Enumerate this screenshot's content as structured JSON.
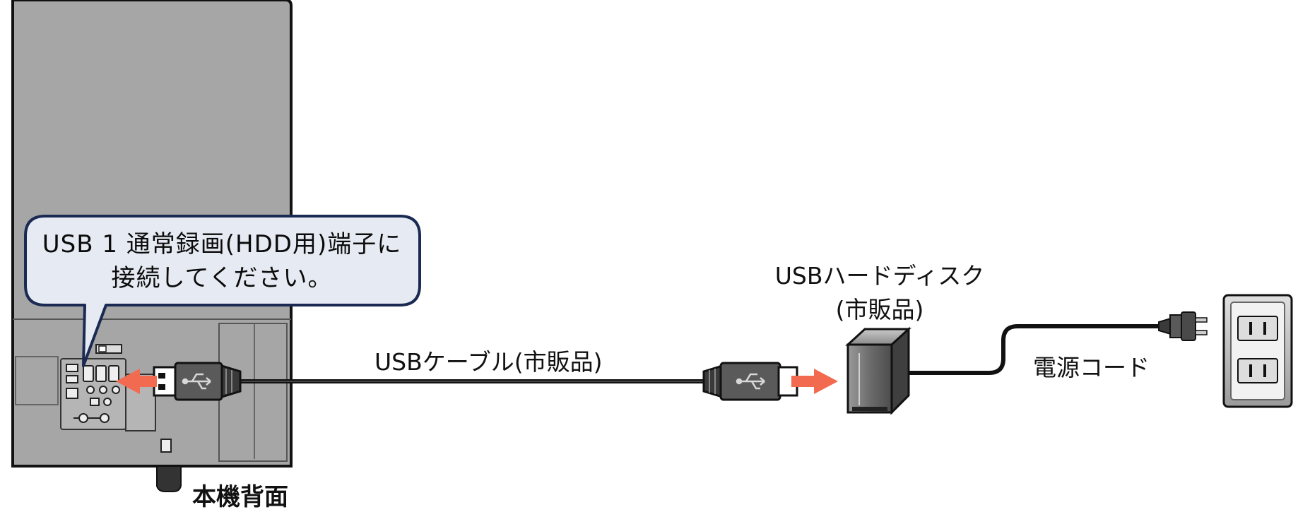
{
  "callout": {
    "line1": "USB 1 通常録画(HDD用)端子に",
    "line2": "接続してください。"
  },
  "labels": {
    "tv_rear": "本機背面",
    "usb_cable": "USBケーブル(市販品)",
    "hdd_line1": "USBハードディスク",
    "hdd_line2": "(市販品)",
    "power_cord": "電源コード"
  },
  "colors": {
    "tv_panel": "#a6a6a6",
    "callout_fill": "#e6eaf2",
    "callout_border": "#1b2a52",
    "arrow": "#f26a4f",
    "cable": "#111111",
    "hdd_body": "#6a6a6a"
  },
  "icons": [
    "usb-icon",
    "arrow-left-icon",
    "arrow-right-icon",
    "power-plug-icon",
    "wall-outlet-icon",
    "hard-disk-icon"
  ]
}
